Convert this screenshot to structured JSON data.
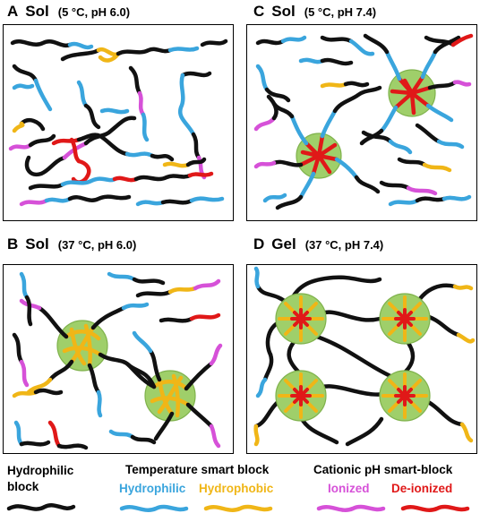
{
  "colors": {
    "hydrophilic_block": "#111111",
    "temp_hydrophilic": "#3aa5dd",
    "temp_hydrophobic": "#f0b617",
    "ph_ionized": "#d651d8",
    "ph_deionized": "#e01818",
    "micelle_fill": "#9fcf6a"
  },
  "panels": {
    "A": {
      "letter": "A",
      "state": "Sol",
      "condition": "(5 °C, pH 6.0)"
    },
    "B": {
      "letter": "B",
      "state": "Sol",
      "condition": "(37 °C, pH 6.0)"
    },
    "C": {
      "letter": "C",
      "state": "Sol",
      "condition": "(5 °C, pH 7.4)"
    },
    "D": {
      "letter": "D",
      "state": "Gel",
      "condition": "(37 °C, pH 7.4)"
    }
  },
  "legend": {
    "hydrophilic_block_line1": "Hydrophilic",
    "hydrophilic_block_line2": "block",
    "temperature_title": "Temperature  smart block",
    "temperature_hydrophilic": "Hydrophilic",
    "temperature_hydrophobic": "Hydrophobic",
    "ph_title": "Cationic pH smart-block",
    "ph_ionized": "Ionized",
    "ph_deionized": "De-ionized"
  }
}
